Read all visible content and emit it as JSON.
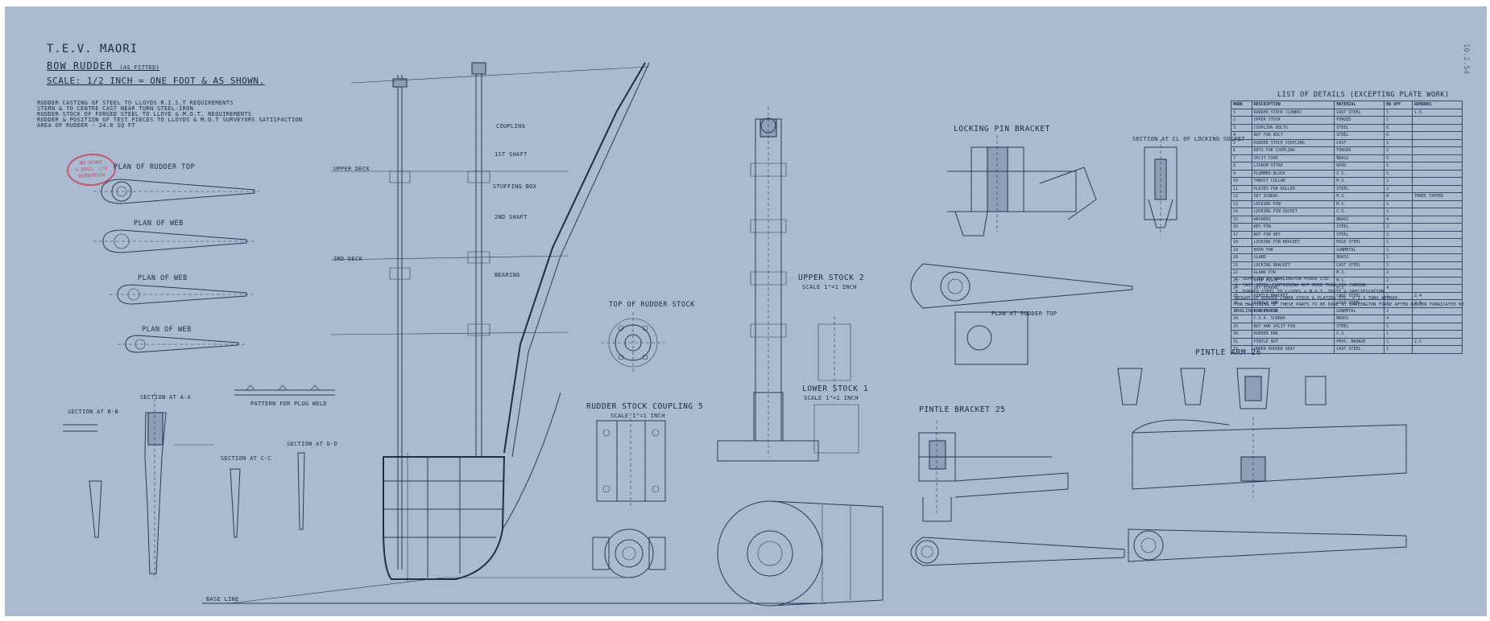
{
  "title": {
    "ship": "T.E.V. MAORI",
    "drawing": "BOW RUDDER",
    "drawing_note": "(AS FITTED)",
    "scale": "SCALE: 1/2 INCH = ONE FOOT & AS SHOWN."
  },
  "stamp": {
    "line1": "WM DENNY",
    "line2": "& BROS. LTD",
    "line3": "DUMBARTON"
  },
  "general_notes": [
    "RUDDER CASTING OF STEEL TO LLOYDS R.I.S.T REQUIREMENTS",
    "STERN & TO CENTRE CAST NEAR TURN STEEL-IRON",
    "RUDDER STOCK OF FORGED STEEL TO LLOYD & M.O.T. REQUIREMENTS",
    "RUDDER & POSITION OF TEST PIECES TO LLOYDS & M.O.T SURVEYORS SATISFACTION",
    "AREA OF RUDDER - 24.8 SQ FT"
  ],
  "sections": {
    "plan_rudder_top": "PLAN OF RUDDER TOP",
    "plan_web_a": "PLAN OF WEB",
    "plan_web_b": "PLAN OF WEB",
    "plan_web_c": "PLAN OF WEB",
    "section_a": "SECTION AT A-A",
    "section_b": "SECTION AT B-B",
    "section_c": "SECTION AT C-C",
    "section_d": "SECTION AT D-D",
    "pattern_plug_weld": "PATTERN FOR PLUG WELD",
    "top_rudder_stock": "TOP OF RUDDER STOCK",
    "rudder_stock_coupling": "RUDDER STOCK COUPLING",
    "coupling_scale": "SCALE 1\"=1 INCH",
    "upper_stock": "UPPER STOCK",
    "lower_stock": "LOWER STOCK",
    "stock_scale": "SCALE 1\"=1 INCH",
    "locking_pin_bracket": "LOCKING PIN BRACKET",
    "section_locking_socket": "SECTION AT CL OF LOCKING SOCKET",
    "plan_at_rudder_top": "PLAN AT RUDDER TOP",
    "pintle_bracket": "PINTLE BRACKET",
    "pintle_arm": "PINTLE ARM",
    "list_of_details": "LIST OF DETAILS (EXCEPTING PLATE WORK)"
  },
  "callouts": {
    "upper_stock_no": "2",
    "lower_stock_no": "1",
    "coupling_no": "5",
    "pintle_bracket_no": "25",
    "pintle_arm_no": "26"
  },
  "table": {
    "headers": [
      "MARK",
      "DESCRIPTION",
      "MATERIAL",
      "NO OFF",
      "REMARKS"
    ],
    "rows": [
      [
        "1",
        "RUDDER STOCK (LOWER)",
        "CAST STEEL",
        "1",
        "1.5"
      ],
      [
        "2",
        "UPPER STOCK",
        "FORGED",
        "1",
        ""
      ],
      [
        "3",
        "COUPLING BOLTS",
        "STEEL",
        "6",
        ""
      ],
      [
        "4",
        "NUT FOR BOLT",
        "STEEL",
        "6",
        ""
      ],
      [
        "5",
        "RUDDER STOCK COUPLING",
        "CAST",
        "1",
        ""
      ],
      [
        "6",
        "KEYS FOR COUPLING",
        "FORGED",
        "2",
        ""
      ],
      [
        "7",
        "SPLIT PINS",
        "BRASS",
        "6",
        ""
      ],
      [
        "8",
        "LIGNUM VITAE",
        "WOOD",
        "1",
        ""
      ],
      [
        "9",
        "PLUMMER BLOCK",
        "C.I.",
        "1",
        ""
      ],
      [
        "10",
        "THRUST COLLAR",
        "M.S.",
        "1",
        ""
      ],
      [
        "11",
        "PLATES FOR ROLLER",
        "STEEL",
        "2",
        ""
      ],
      [
        "12",
        "SET SCREWS",
        "M.S.",
        "8",
        "THREE TAPPED"
      ],
      [
        "13",
        "LOCKING PIN",
        "M.S.",
        "1",
        ""
      ],
      [
        "14",
        "LOCKING PIN SOCKET",
        "C.S.",
        "1",
        ""
      ],
      [
        "15",
        "WASHERS",
        "BRASS",
        "4",
        ""
      ],
      [
        "16",
        "KEY PIN",
        "STEEL",
        "2",
        ""
      ],
      [
        "17",
        "NUT FOR KEY",
        "STEEL",
        "2",
        ""
      ],
      [
        "18",
        "LOCKING PIN BRACKET",
        "MILD STEEL",
        "1",
        ""
      ],
      [
        "19",
        "BUSH FOR",
        "GUNMETAL",
        "1",
        ""
      ],
      [
        "20",
        "GLAND",
        "BRASS",
        "1",
        ""
      ],
      [
        "21",
        "LOCKING BRACKET",
        "CAST STEEL",
        "1",
        ""
      ],
      [
        "22",
        "GLAND PIN",
        "M.S.",
        "2",
        ""
      ],
      [
        "23",
        "STOP PLATE",
        "M.S.",
        "2",
        ""
      ],
      [
        "24",
        "SET SCREWS",
        "M.S.",
        "4",
        ""
      ],
      [
        "25",
        "PINTLE BRACKET",
        "CAST STEEL",
        "1",
        "2.4"
      ],
      [
        "26",
        "PINTLE ARM",
        "CAST STEEL",
        "1",
        "2.4"
      ],
      [
        "27",
        "RUDDER PIN",
        "GUNMETAL",
        "1",
        ""
      ],
      [
        "28",
        "C.S.K. SCREWS",
        "BRASS",
        "4",
        ""
      ],
      [
        "29",
        "NUT AND SPLIT PIN",
        "STEEL",
        "1",
        ""
      ],
      [
        "30",
        "RUDDER END",
        "C.S.",
        "1",
        ""
      ],
      [
        "31",
        "PINTLE NUT",
        "PHOS. BRONZE",
        "1",
        "2.5"
      ],
      [
        "32",
        "UPPER RUDDER SEAT",
        "CAST STEEL",
        "1",
        ""
      ]
    ]
  },
  "table_notes": [
    "1. SUPPLIED BY DARLINGTON FORGE LTD.",
    "2. CAST STEEL CONTAINING NOT MORE THAN 25% CARBON.",
    "3. FORGED STEEL TO LLOYDS & M.O.T. TESTS & SPECIFICATION.",
    "WEIGHT OF RUDDER LOWER STOCK & PLATING ETC. = 1.3 TONS APPROX.",
    "FOR MACHINING OF THESE PARTS TO BE DONE AT DARLINGTON FORGE AFTER RUDDER FABRICATED BY DARLINGTON FORGE"
  ],
  "labels": {
    "couplings": "COUPLING",
    "stuffing_box": "STUFFING BOX",
    "bearing": "BEARING",
    "third_deck": "3RD DECK",
    "upper_deck": "UPPER DECK",
    "base_line": "BASE LINE",
    "second_shaft": "2ND SHAFT",
    "first_shaft": "1ST SHAFT"
  },
  "corner_mark": "10.2.54"
}
